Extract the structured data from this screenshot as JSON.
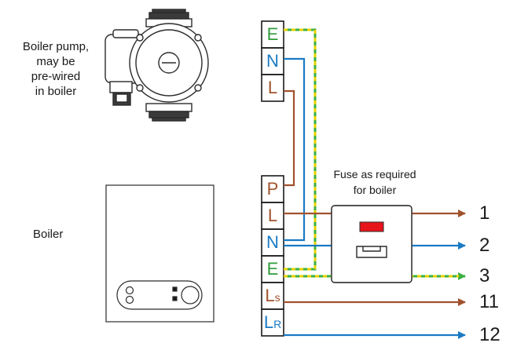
{
  "pump_caption": [
    "Boiler pump,",
    "may be",
    "pre-wired",
    "in boiler"
  ],
  "boiler_label": "Boiler",
  "fuse_caption": [
    "Fuse as required",
    "for boiler"
  ],
  "top_terminals": [
    {
      "letter": "E",
      "color": "#2f9c3a"
    },
    {
      "letter": "N",
      "color": "#1a7ac4"
    },
    {
      "letter": "L",
      "color": "#a0522d"
    }
  ],
  "bottom_terminals": [
    {
      "letter": "P",
      "color": "#a0522d"
    },
    {
      "letter": "L",
      "color": "#a0522d"
    },
    {
      "letter": "N",
      "color": "#1a7ac4"
    },
    {
      "letter": "E",
      "color": "#2f9c3a"
    },
    {
      "letter": "L",
      "sub": "s",
      "color": "#a0522d"
    },
    {
      "letter": "L",
      "sub": "R",
      "color": "#1a7ac4"
    }
  ],
  "outputs": [
    "1",
    "2",
    "3",
    "11",
    "12"
  ],
  "colors": {
    "brown_wire": "#a0522d",
    "blue_wire": "#1a7ac4",
    "earth_green": "#3cb043",
    "earth_yellow": "#e6d200",
    "fuse_indicator": "#e8141b"
  }
}
